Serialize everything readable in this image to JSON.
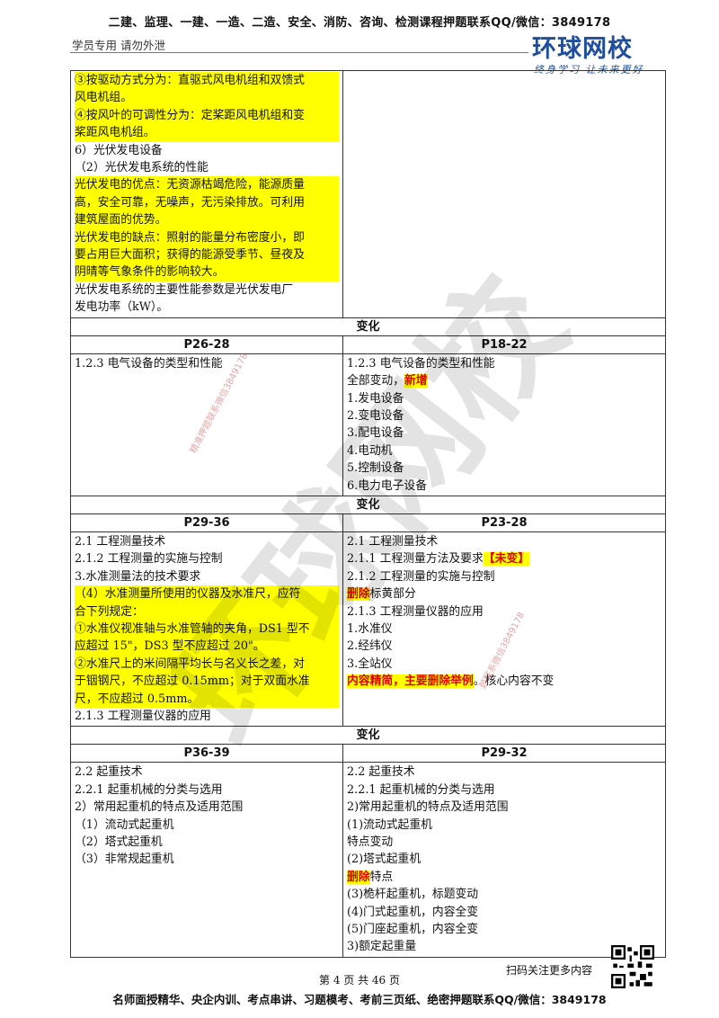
{
  "header": {
    "banner": "二建、监理、一建、一造、二造、安全、消防、咨询、检测课程押题联系QQ/微信：3849178",
    "left_note": "学员专用 请勿外泄",
    "logo_main": "环球网校",
    "logo_sub": "终身学习 让未来更好"
  },
  "watermark": {
    "big_text": "环球网校",
    "stamp1": "精准押题联系微信3849178",
    "stamp2": "题联系微信3849178"
  },
  "section0": {
    "left": [
      "③按驱动方式分为：直驱式风电机组和双馈式",
      "风电机组。",
      "④按风叶的可调性分为：定桨距风电机组和变",
      "桨距风电机组。",
      "6）光伏发电设备",
      "（2）光伏发电系统的性能",
      "光伏发电的优点：无资源枯竭危险，能源质量",
      "高，安全可靠，无噪声，无污染排放。可利用",
      "建筑屋面的优势。",
      "光伏发电的缺点：照射的能量分布密度小，即",
      "要占用巨大面积；获得的能源受季节、昼夜及",
      "阴晴等气象条件的影响较大。",
      "光伏发电系统的主要性能参数是光伏发电厂",
      "发电功率（kW）。"
    ]
  },
  "sections": [
    {
      "change_label": "变化",
      "left_pages": "P26-28",
      "right_pages": "P18-22",
      "left_lines": [
        "1.2.3 电气设备的类型和性能"
      ],
      "right_lines": {
        "l1": "1.2.3 电气设备的类型和性能",
        "l2a": "全部变动，",
        "l2b": "新增",
        "l3": "1.发电设备",
        "l4": "2.变电设备",
        "l5": "3.配电设备",
        "l6": "4.电动机",
        "l7": "5.控制设备",
        "l8": "6.电力电子设备"
      }
    },
    {
      "change_label": "变化",
      "left_pages": "P29-36",
      "right_pages": "P23-28",
      "left_lines": {
        "l1": "2.1 工程测量技术",
        "l2": "2.1.2 工程测量的实施与控制",
        "l3": "3.水准测量法的技术要求",
        "l4": "（4）水准测量所使用的仪器及水准尺，应符",
        "l5": "合下列规定：",
        "l6": "①水准仪视准轴与水准管轴的夹角，DS1 型不",
        "l7": "应超过 15\"，DS3 型不应超过 20\"。",
        "l8": "②水准尺上的米间隔平均长与名义长之差，对",
        "l9": "于铟钢尺，不应超过 0.15mm；对于双面水准",
        "l10": "尺，不应超过 0.5mm。",
        "l11": "2.1.3 工程测量仪器的应用"
      },
      "right_lines": {
        "l1": "2.1 工程测量技术",
        "l2a": "2.1.1 工程测量方法及要求",
        "l2b": "【未变】",
        "l3": "2.1.2 工程测量的实施与控制",
        "l4a": "删除",
        "l4b": "标黄部分",
        "l5": "2.1.3 工程测量仪器的应用",
        "l6": "1.水准仪",
        "l7": "2.经纬仪",
        "l8": "3.全站仪",
        "l9a": "内容精简，主要删除举例",
        "l9b": "。核心内容不变"
      }
    },
    {
      "change_label": "变化",
      "left_pages": "P36-39",
      "right_pages": "P29-32",
      "left_lines": {
        "l1": "2.2 起重技术",
        "l2": "2.2.1 起重机械的分类与选用",
        "l3": "2）常用起重机的特点及适用范围",
        "l4": "（1）流动式起重机",
        "l5": "（2）塔式起重机",
        "l6": "（3）非常规起重机"
      },
      "right_lines": {
        "l1": "2.2 起重技术",
        "l2": "2.2.1 起重机械的分类与选用",
        "l3": "2)常用起重机的特点及适用范围",
        "l4": "(1)流动式起重机",
        "l5": "特点变动",
        "l6": "(2)塔式起重机",
        "l7a": "删除",
        "l7b": "特点",
        "l8": "(3)桅杆起重机，标题变动",
        "l9": "(4)门式起重机，内容全变",
        "l10": "(5)门座起重机，内容全变",
        "l11": "3)额定起重量"
      }
    }
  ],
  "footer": {
    "scan_text": "扫码关注更多内容",
    "page_num": "第 4 页 共 46 页",
    "banner": "名师面授精华、央企内训、考点串讲、习题模考、考前三页纸、绝密押题联系QQ/微信：3849178"
  },
  "colors": {
    "highlight": "#ffff00",
    "red_text": "#e00000",
    "logo_blue": "#1f4e9c"
  },
  "icons": [
    "qr-code-icon",
    "play-logo-icon"
  ]
}
